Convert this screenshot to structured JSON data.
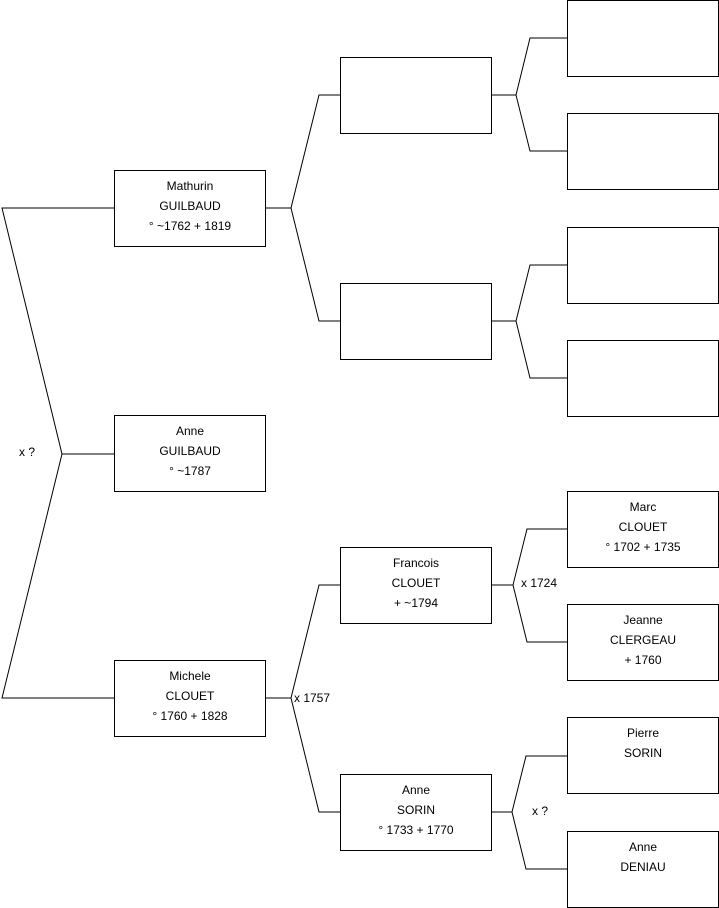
{
  "persons": {
    "mathurin": {
      "first": "Mathurin",
      "last": "GUILBAUD",
      "dates": "° ~1762 + 1819"
    },
    "anne_g": {
      "first": "Anne",
      "last": "GUILBAUD",
      "dates": "° ~1787"
    },
    "michele": {
      "first": "Michele",
      "last": "CLOUET",
      "dates": "° 1760 + 1828"
    },
    "francois": {
      "first": "Francois",
      "last": "CLOUET",
      "dates": "+ ~1794"
    },
    "anne_s": {
      "first": "Anne",
      "last": "SORIN",
      "dates": "° 1733 + 1770"
    },
    "marc": {
      "first": "Marc",
      "last": "CLOUET",
      "dates": "° 1702 + 1735"
    },
    "jeanne": {
      "first": "Jeanne",
      "last": "CLERGEAU",
      "dates": "+ 1760"
    },
    "pierre": {
      "first": "Pierre",
      "last": "SORIN"
    },
    "anne_d": {
      "first": "Anne",
      "last": "DENIAU"
    }
  },
  "marriages": {
    "root": "x ?",
    "michele_parents": "x 1757",
    "francois_parents": "x 1724",
    "anne_s_parents": "x ?"
  }
}
